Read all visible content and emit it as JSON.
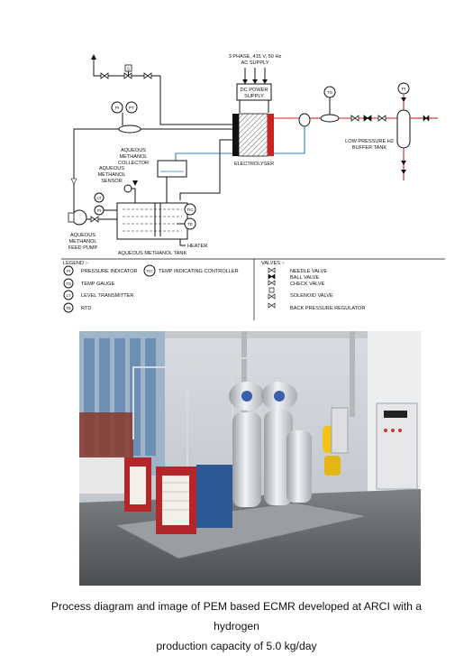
{
  "diagram": {
    "power_supply_header": [
      "3 PHASE, 415 V, 50 Hz",
      "AC SUPPLY"
    ],
    "dc_power_supply": [
      "DC POWER",
      "SUPPLY"
    ],
    "electrolyser": "ELECTROLYSER",
    "buffer_tank": [
      "LOW PRESSURE H2",
      "BUFFER TANK"
    ],
    "collector": [
      "AQUEOUS",
      "METHANOL",
      "COLLECTOR"
    ],
    "sensor": [
      "AQUEOUS",
      "METHANOL",
      "SENSOR"
    ],
    "feed_pump": [
      "AQUEOUS",
      "METHANOL",
      "FEED PUMP"
    ],
    "tank": "AQUEOUS METHANOL TANK",
    "heater": "HEATER",
    "instrument_tags": {
      "pi": "PI",
      "pt": "PT",
      "tg": "TG",
      "lt": "LT",
      "tic": "TIC",
      "te": "TE",
      "pi_tank": "PI",
      "prv": "PI"
    }
  },
  "legend": {
    "title": "LEGEND :-",
    "items": [
      {
        "tag": "PI",
        "label": "PRESSURE INDICATOR"
      },
      {
        "tag": "TG",
        "label": "TEMP GAUGE"
      },
      {
        "tag": "LT",
        "label": "LEVEL TRANSMITTER"
      },
      {
        "tag": "TE",
        "label": "RTD"
      }
    ],
    "tic": {
      "tag": "TIC",
      "label": "TEMP INDICATING CONTROLLER"
    }
  },
  "valves": {
    "title": "VALVES :-",
    "items": [
      "NEEDLE VALVE",
      "BALL VALVE",
      "CHECK VALVE",
      "SOLENOID VALVE",
      "BACK PRESSURE REGULATOR"
    ]
  },
  "photo": {
    "alt": ""
  },
  "caption": {
    "line1": "Process diagram and image of PEM based ECMR developed at ARCI with a hydrogen",
    "line2": "production capacity of 5.0 kg/day"
  }
}
